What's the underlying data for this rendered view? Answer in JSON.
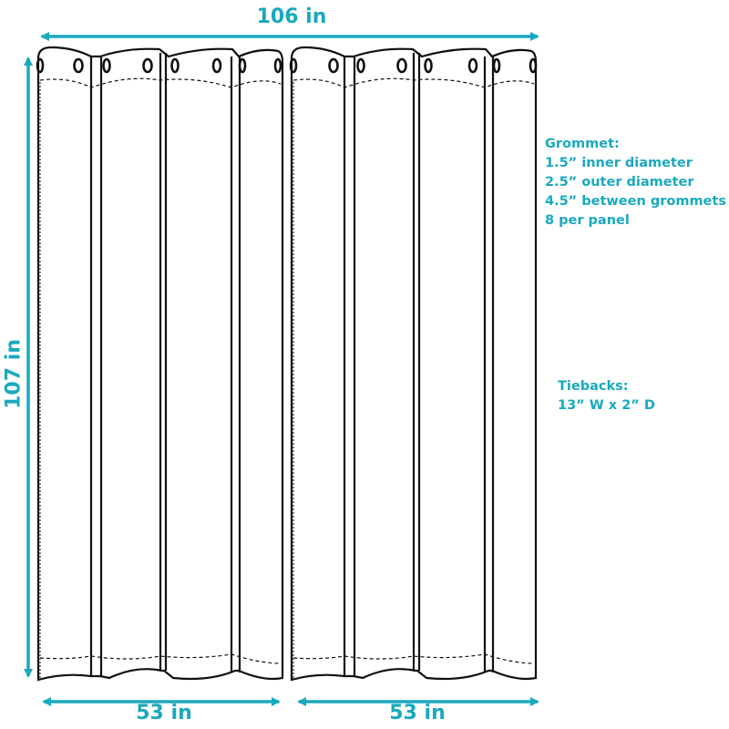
{
  "colors": {
    "accent": "#1aa9be",
    "outline": "#111111",
    "background": "#ffffff"
  },
  "dimensions": {
    "total_width": "106 in",
    "height": "107 in",
    "panel_left_width": "53 in",
    "panel_right_width": "53 in"
  },
  "grommet_specs": {
    "title": "Grommet:",
    "lines": [
      "1.5” inner diameter",
      "2.5” outer diameter",
      "4.5” between grommets",
      "8 per panel"
    ]
  },
  "tieback_specs": {
    "title": "Tiebacks:",
    "lines": [
      "13” W x 2” D"
    ]
  },
  "panels": [
    {
      "name": "left-panel",
      "grommets": 8
    },
    {
      "name": "right-panel",
      "grommets": 8
    }
  ]
}
